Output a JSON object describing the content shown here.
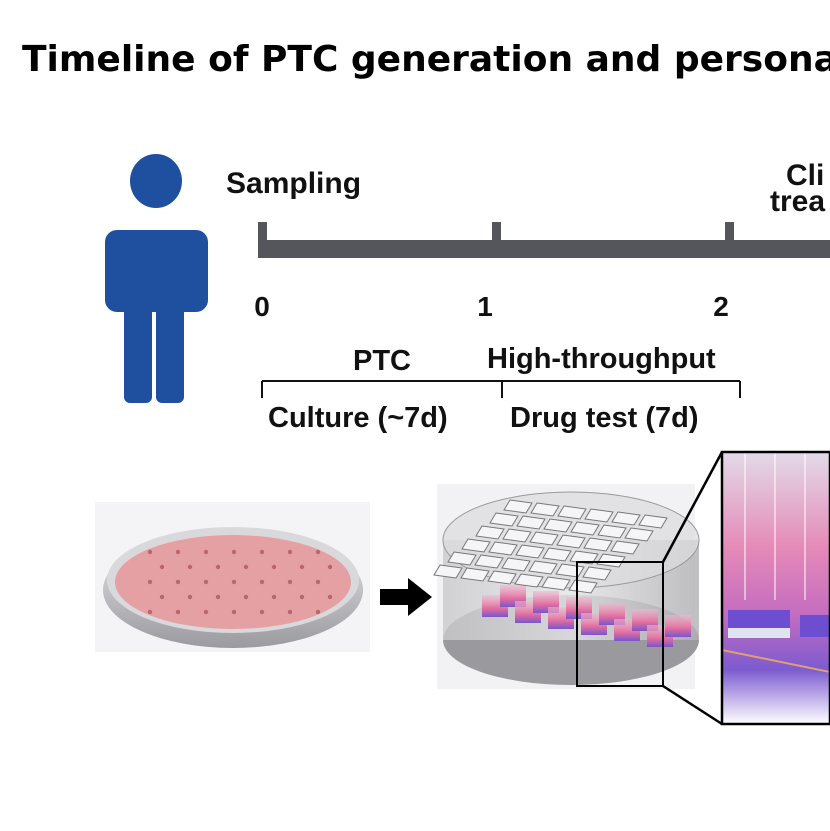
{
  "title": "Timeline of PTC generation and personaliz",
  "timeline": {
    "start_label": "Sampling",
    "end_label_line1": "Cli",
    "end_label_line2": "trea",
    "ticks": [
      "0",
      "1",
      "2"
    ],
    "phase1_top": "PTC",
    "phase1_bottom": "Culture (~7d)",
    "phase2_top": "High-throughput",
    "phase2_bottom": "Drug test (7d)"
  },
  "colors": {
    "person": "#1f4f9f",
    "timeline_bar": "#55565b",
    "dish_medium": "#e5a0a3",
    "well_pink": "#e46fa0",
    "well_purple": "#7a55c8"
  },
  "icons": [
    "person-icon",
    "arrow-right-icon",
    "petri-dish-illustration",
    "well-plate-illustration",
    "magnified-wells-illustration"
  ]
}
